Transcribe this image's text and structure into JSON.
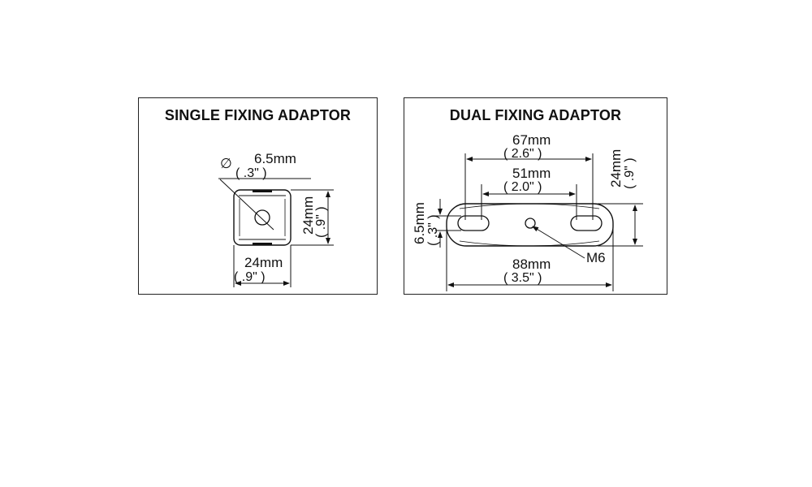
{
  "single": {
    "title": "SINGLE FIXING ADAPTOR",
    "hole_symbol": "∅",
    "hole_mm": "6.5mm",
    "hole_in": "( .3\" )",
    "height_mm": "24mm",
    "height_in": "( .9\" )",
    "width_mm": "24mm",
    "width_in": "( .9\" )"
  },
  "dual": {
    "title": "DUAL FIXING ADAPTOR",
    "outer_slots_mm": "67mm",
    "outer_slots_in": "( 2.6\" )",
    "inner_slots_mm": "51mm",
    "inner_slots_in": "( 2.0\" )",
    "height_mm": "24mm",
    "height_in": "( .9\" )",
    "slot_mm": "6.5mm",
    "slot_in": "( .3\" )",
    "thread_label": "M6",
    "length_mm": "88mm",
    "length_in": "( 3.5\" )"
  }
}
